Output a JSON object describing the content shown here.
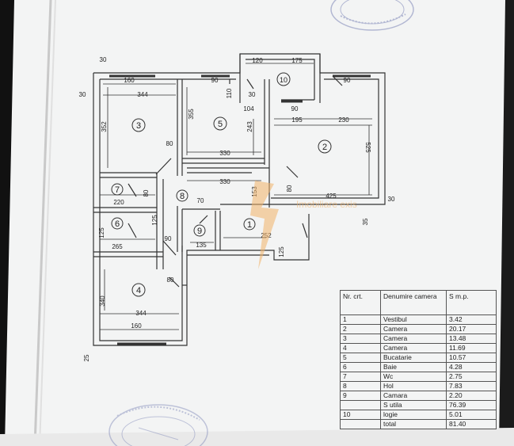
{
  "colors": {
    "paper": "#f3f4f4",
    "ink": "#333333",
    "wall_fill": "#e6e6e6",
    "watermark": "#f2b36a",
    "stamp": "#7d86b8"
  },
  "watermark": {
    "text": "Imobiliare exis"
  },
  "plan": {
    "rooms": [
      {
        "num": "3"
      },
      {
        "num": "5"
      },
      {
        "num": "10"
      },
      {
        "num": "2"
      },
      {
        "num": "7"
      },
      {
        "num": "8"
      },
      {
        "num": "6"
      },
      {
        "num": "9"
      },
      {
        "num": "1"
      },
      {
        "num": "4"
      }
    ],
    "dims": {
      "d30_tl": "30",
      "d160_top": "160",
      "d344_top": "344",
      "d30_left": "30",
      "d352": "352",
      "d80_a": "80",
      "d90_r5": "90",
      "d110": "110",
      "d355": "355",
      "d243": "243",
      "d330_top": "330",
      "d120": "120",
      "d175": "175",
      "d30_bal": "30",
      "d90_bal": "90",
      "d90_r2": "90",
      "d104": "104",
      "d195": "195",
      "d230": "230",
      "d525": "525",
      "d425": "425",
      "d30_r": "30",
      "d35": "35",
      "d80_e": "80",
      "d153": "153",
      "d330_mid": "330",
      "d70": "70",
      "d220": "220",
      "d80_b": "80",
      "d125": "125",
      "d265": "265",
      "d90_c": "90",
      "d135": "135",
      "d252": "252",
      "d80_c": "80",
      "d125_b": "125",
      "d340": "340",
      "d344_bot": "344",
      "d160_bot": "160",
      "d25": "25",
      "d125_l": "125"
    }
  },
  "table": {
    "headers": {
      "nr": "Nr. crt.",
      "name": "Denumire camera",
      "area": "S m.p."
    },
    "rows": [
      {
        "nr": "1",
        "name": "Vestibul",
        "area": "3.42"
      },
      {
        "nr": "2",
        "name": "Camera",
        "area": "20.17"
      },
      {
        "nr": "3",
        "name": "Camera",
        "area": "13.48"
      },
      {
        "nr": "4",
        "name": "Camera",
        "area": "11.69"
      },
      {
        "nr": "5",
        "name": "Bucatarie",
        "area": "10.57"
      },
      {
        "nr": "6",
        "name": "Baie",
        "area": "4.28"
      },
      {
        "nr": "7",
        "name": "Wc",
        "area": "2.75"
      },
      {
        "nr": "8",
        "name": "Hol",
        "area": "7.83"
      },
      {
        "nr": "9",
        "name": "Camara",
        "area": "2.20"
      },
      {
        "nr": "",
        "name": "S utila",
        "area": "76.39"
      },
      {
        "nr": "10",
        "name": "logie",
        "area": "5.01"
      },
      {
        "nr": "",
        "name": "total",
        "area": "81.40"
      }
    ]
  }
}
